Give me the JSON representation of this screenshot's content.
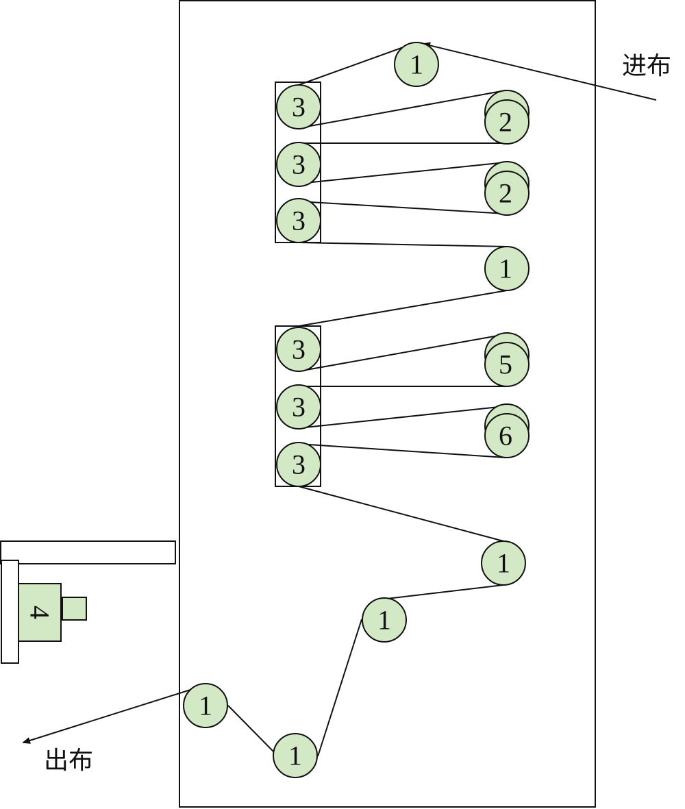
{
  "diagram": {
    "type": "fabric-path-schematic",
    "labels": {
      "inlet": "进布",
      "outlet": "出布"
    },
    "rollers": [
      {
        "id": "r-top",
        "label": "1",
        "kind": "guide"
      },
      {
        "id": "r-3a",
        "label": "3",
        "kind": "group-a"
      },
      {
        "id": "r-3b",
        "label": "3",
        "kind": "group-a"
      },
      {
        "id": "r-3c",
        "label": "3",
        "kind": "group-a"
      },
      {
        "id": "r-2a",
        "label": "2",
        "kind": "double"
      },
      {
        "id": "r-2b",
        "label": "2",
        "kind": "double"
      },
      {
        "id": "r-mid",
        "label": "1",
        "kind": "guide"
      },
      {
        "id": "r-3d",
        "label": "3",
        "kind": "group-b"
      },
      {
        "id": "r-3e",
        "label": "3",
        "kind": "group-b"
      },
      {
        "id": "r-3f",
        "label": "3",
        "kind": "group-b"
      },
      {
        "id": "r-5",
        "label": "5",
        "kind": "double"
      },
      {
        "id": "r-6",
        "label": "6",
        "kind": "double"
      },
      {
        "id": "r-low1",
        "label": "1",
        "kind": "guide"
      },
      {
        "id": "r-low2",
        "label": "1",
        "kind": "guide"
      },
      {
        "id": "r-low3",
        "label": "1",
        "kind": "guide"
      },
      {
        "id": "r-low4",
        "label": "1",
        "kind": "guide"
      }
    ],
    "motor": {
      "label": "4"
    },
    "colors": {
      "roller_fill": "#d3e8c5",
      "stroke": "#111111"
    }
  }
}
